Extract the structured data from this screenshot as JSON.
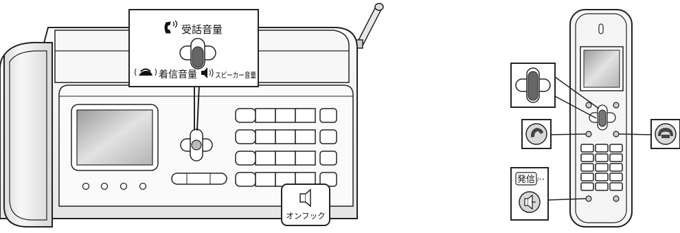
{
  "fax": {
    "callout": {
      "handset_volume_label": "受話音量",
      "ring_volume_label": "着信音量",
      "speaker_volume_label": "スピーカー音量"
    },
    "onhook_label": "オンフック"
  },
  "handset": {
    "call_label": "発信",
    "call_label_suffix": "/⋆∘"
  },
  "colors": {
    "line": "#222222",
    "device_fill": "#f4f4f4",
    "device_shadow": "#cfcfcf",
    "screen": "#c9c9c9",
    "key_fill": "#ffffff",
    "dpad_dark": "#666666"
  }
}
